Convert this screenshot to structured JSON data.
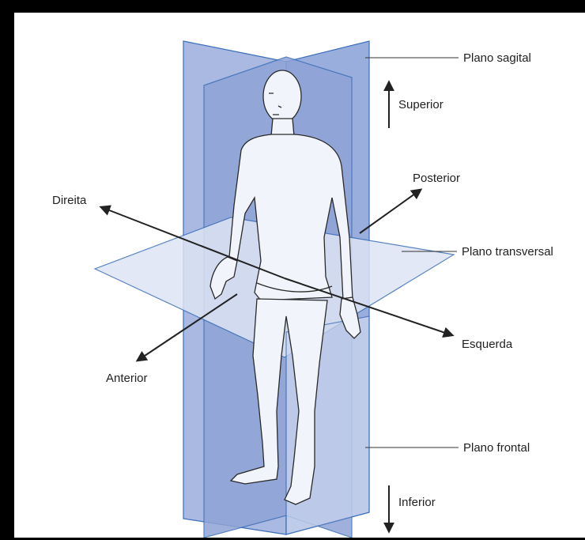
{
  "labels": {
    "plano_sagital": "Plano sagital",
    "superior": "Superior",
    "posterior": "Posterior",
    "direita": "Direita",
    "plano_transversal": "Plano transversal",
    "esquerda": "Esquerda",
    "anterior": "Anterior",
    "plano_frontal": "Plano frontal",
    "inferior": "Inferior"
  },
  "colors": {
    "plane_dark": "#8fa3d6",
    "plane_mid": "#a9b9e1",
    "plane_light": "#ccd6ee",
    "transverse": "#dde4f4",
    "edge": "#3d6fb8",
    "skin": "#f1f4fb",
    "outline": "#2a2a2a",
    "arrow": "#222222"
  }
}
